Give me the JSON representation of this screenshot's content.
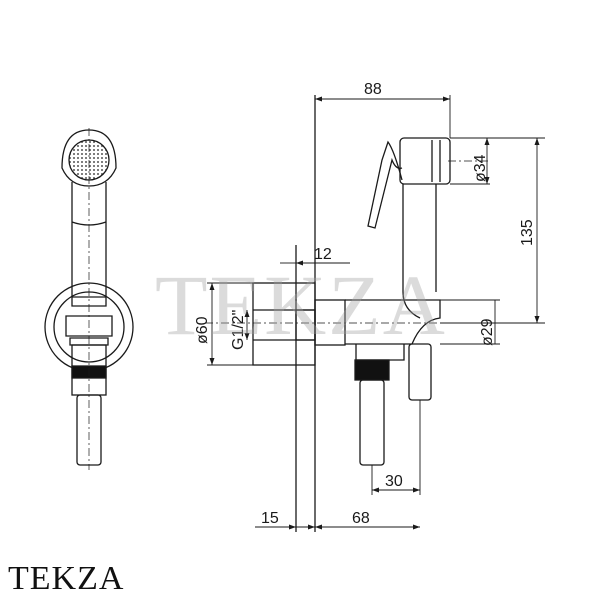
{
  "brand": {
    "name": "TEKZA"
  },
  "watermark": {
    "text": "TEKZA"
  },
  "dimensions": {
    "width_total": "88",
    "handle_diameter": "ø34",
    "height": "135",
    "body_depth": "12",
    "flange_diameter": "ø60",
    "thread": "G1/2\"",
    "holder_diameter": "ø29",
    "hose_offset": "30",
    "wall_offset": "15",
    "outlet_offset": "68"
  },
  "colors": {
    "line": "#1a1a1a",
    "watermark": "#a0a0a0"
  }
}
